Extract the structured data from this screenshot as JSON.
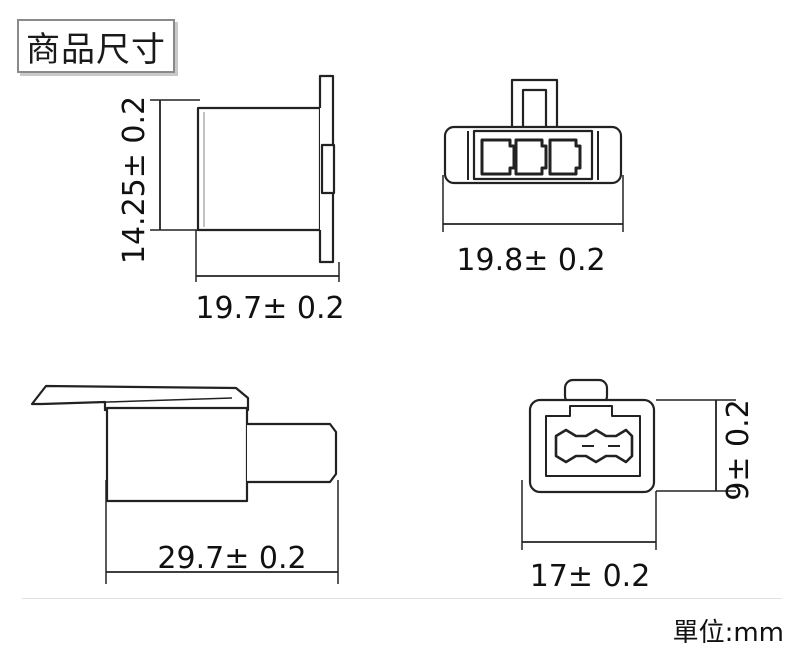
{
  "title": "商品尺寸",
  "views": {
    "side": {
      "height_dim": "14.25± 0.2",
      "width_dim": "19.7± 0.2"
    },
    "front": {
      "width_dim": "19.8± 0.2"
    },
    "long": {
      "width_dim": "29.7± 0.2"
    },
    "end": {
      "width_dim": "17± 0.2",
      "height_dim": "9± 0.2"
    }
  },
  "unit_label": "單位:mm"
}
